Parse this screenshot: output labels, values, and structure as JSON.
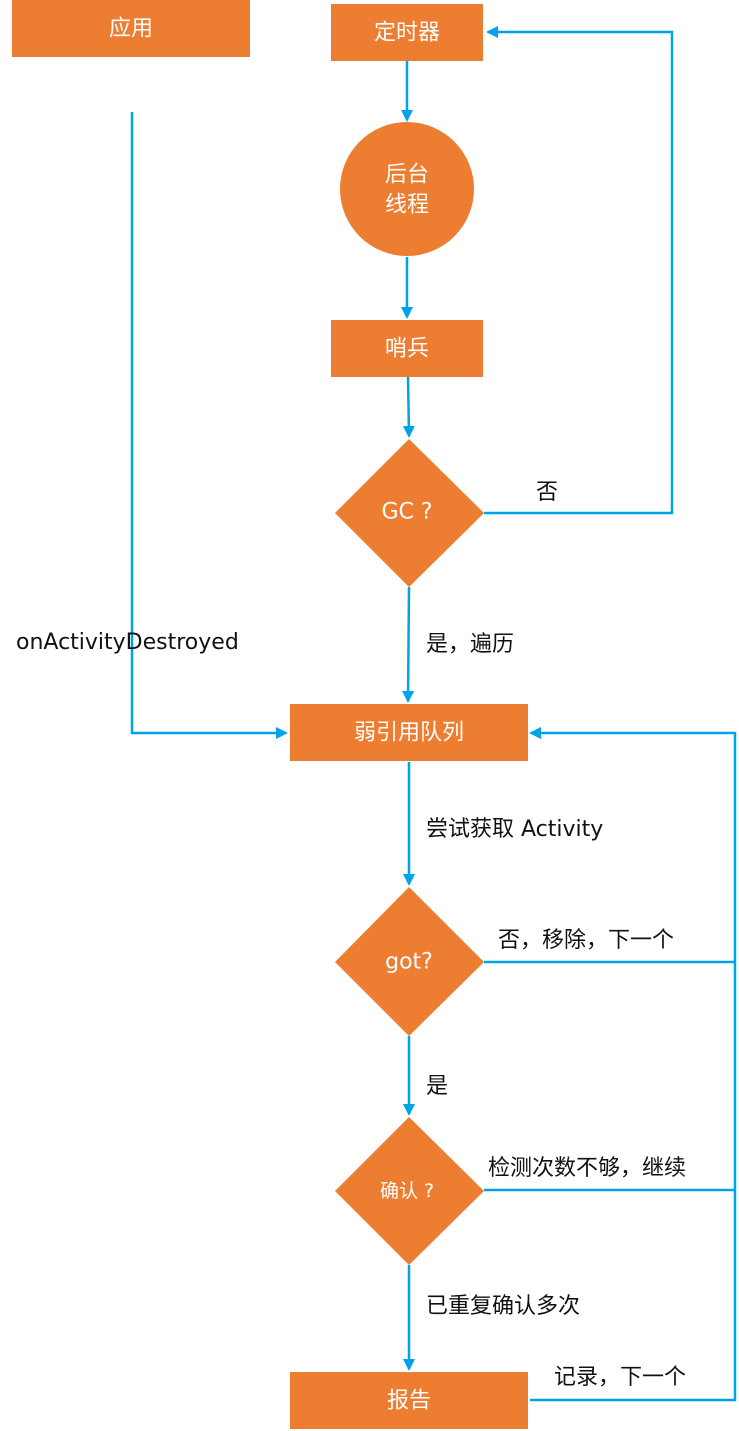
{
  "nodes": {
    "app": "应用",
    "timer": "定时器",
    "bg_thread_line1": "后台",
    "bg_thread_line2": "线程",
    "sentinel": "哨兵",
    "gc": "GC ?",
    "weak_queue": "弱引用队列",
    "got": "got?",
    "confirm": "确认 ?",
    "report": "报告"
  },
  "edge_labels": {
    "gc_no": "否",
    "on_activity_destroyed": "onActivityDestroyed",
    "gc_yes": "是，遍历",
    "try_get": "尝试获取 Activity",
    "got_no": "否，移除，下一个",
    "got_yes": "是",
    "confirm_not_enough": "检测次数不够，继续",
    "confirmed_repeatedly": "已重复确认多次",
    "record_next": "记录，下一个"
  },
  "colors": {
    "node_fill": "#ED7D31",
    "edge": "#00A3E8",
    "node_text": "#FFFFFF",
    "label_text": "#111111"
  }
}
